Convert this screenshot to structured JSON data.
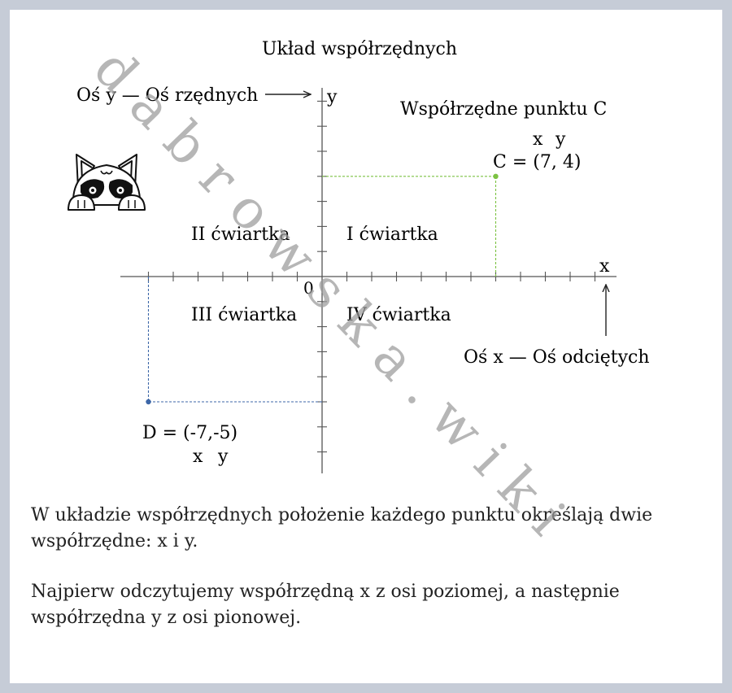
{
  "diagram": {
    "title": "Układ współrzędnych",
    "y_axis_caption": "Oś y — Oś rzędnych",
    "x_axis_caption": "Oś x — Oś odciętych",
    "x_axis_name": "x",
    "y_axis_name": "y",
    "origin_label": "0",
    "quadrants": {
      "I": "I ćwiartka",
      "II": "II ćwiartka",
      "III": "III ćwiartka",
      "IV": "IV ćwiartka"
    },
    "coords_heading": "Współrzędne punktu C",
    "point_C": {
      "label": "C = (7, 4)",
      "x": 7,
      "y": 4,
      "x_hint": "x",
      "y_hint": "y",
      "color": "#7cc242"
    },
    "point_D": {
      "label": "D = (-7,-5)",
      "x": -7,
      "y": -5,
      "x_hint": "x",
      "y_hint": "y",
      "color": "#3d67a8"
    }
  },
  "paragraphs": [
    "W układzie współrzędnych położenie każdego punktu określają dwie współrzędne: x i y.",
    "Najpierw odczytujemy współrzędną x z osi poziomej, a następnie współrzędna y z osi pionowej."
  ],
  "watermark": "dabrowska.wiki",
  "colors": {
    "background": "#c6ccd7",
    "card": "#ffffff",
    "axis": "#555555",
    "watermark": "#9a9a9a"
  }
}
